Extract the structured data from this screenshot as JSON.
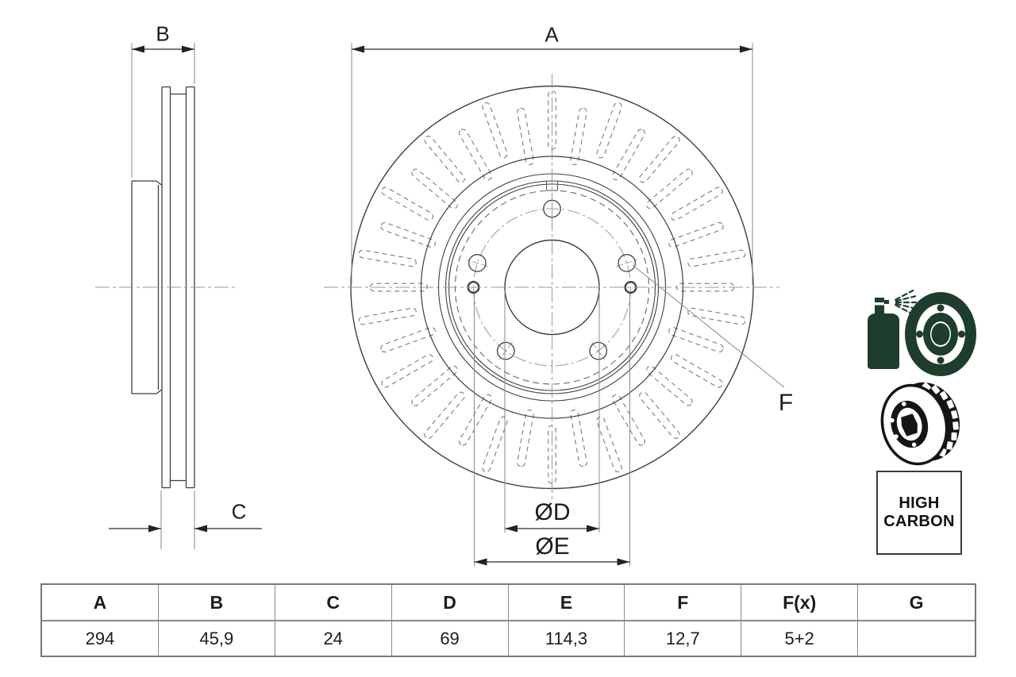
{
  "drawing": {
    "labels": {
      "a": "A",
      "b": "B",
      "c": "C",
      "d": "ØD",
      "e": "ØE",
      "f": "F"
    },
    "badge": {
      "line1": "HIGH",
      "line2": "CARBON"
    },
    "icons": [
      {
        "name": "spray-coating-icon"
      },
      {
        "name": "vented-disc-icon"
      }
    ],
    "colors": {
      "line": "#3f3f3f",
      "centerline": "#999999",
      "dimension": "#2b2b2b",
      "icon_green": "#1e3d2d",
      "icon_black": "#151515"
    }
  },
  "table": {
    "headers": [
      "A",
      "B",
      "C",
      "D",
      "E",
      "F",
      "F(x)",
      "G"
    ],
    "values": [
      "294",
      "45,9",
      "24",
      "69",
      "114,3",
      "12,7",
      "5+2",
      ""
    ]
  }
}
